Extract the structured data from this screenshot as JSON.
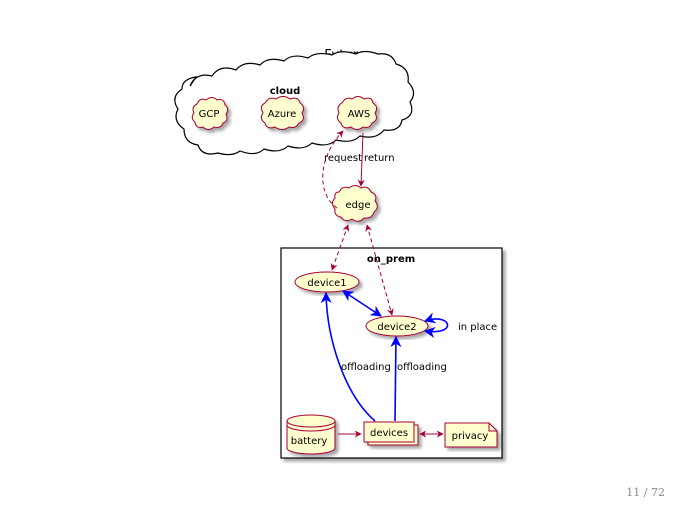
{
  "title": "Future",
  "clusters": {
    "cloud": "cloud",
    "on_prem": "on_prem"
  },
  "nodes": {
    "gcp": "GCP",
    "azure": "Azure",
    "aws": "AWS",
    "edge": "edge",
    "device1": "device1",
    "device2": "device2",
    "battery": "battery",
    "devices": "devices",
    "privacy": "privacy"
  },
  "edges": {
    "request": "request",
    "return": "return",
    "in_place": "in place",
    "offloading_left": "offloading",
    "offloading_right": "offloading"
  },
  "colors": {
    "node_fill": "#FEFECE",
    "node_border": "#A80036",
    "arrow_red": "#A80036",
    "arrow_blue": "#0000FF"
  },
  "page": "11 / 72"
}
